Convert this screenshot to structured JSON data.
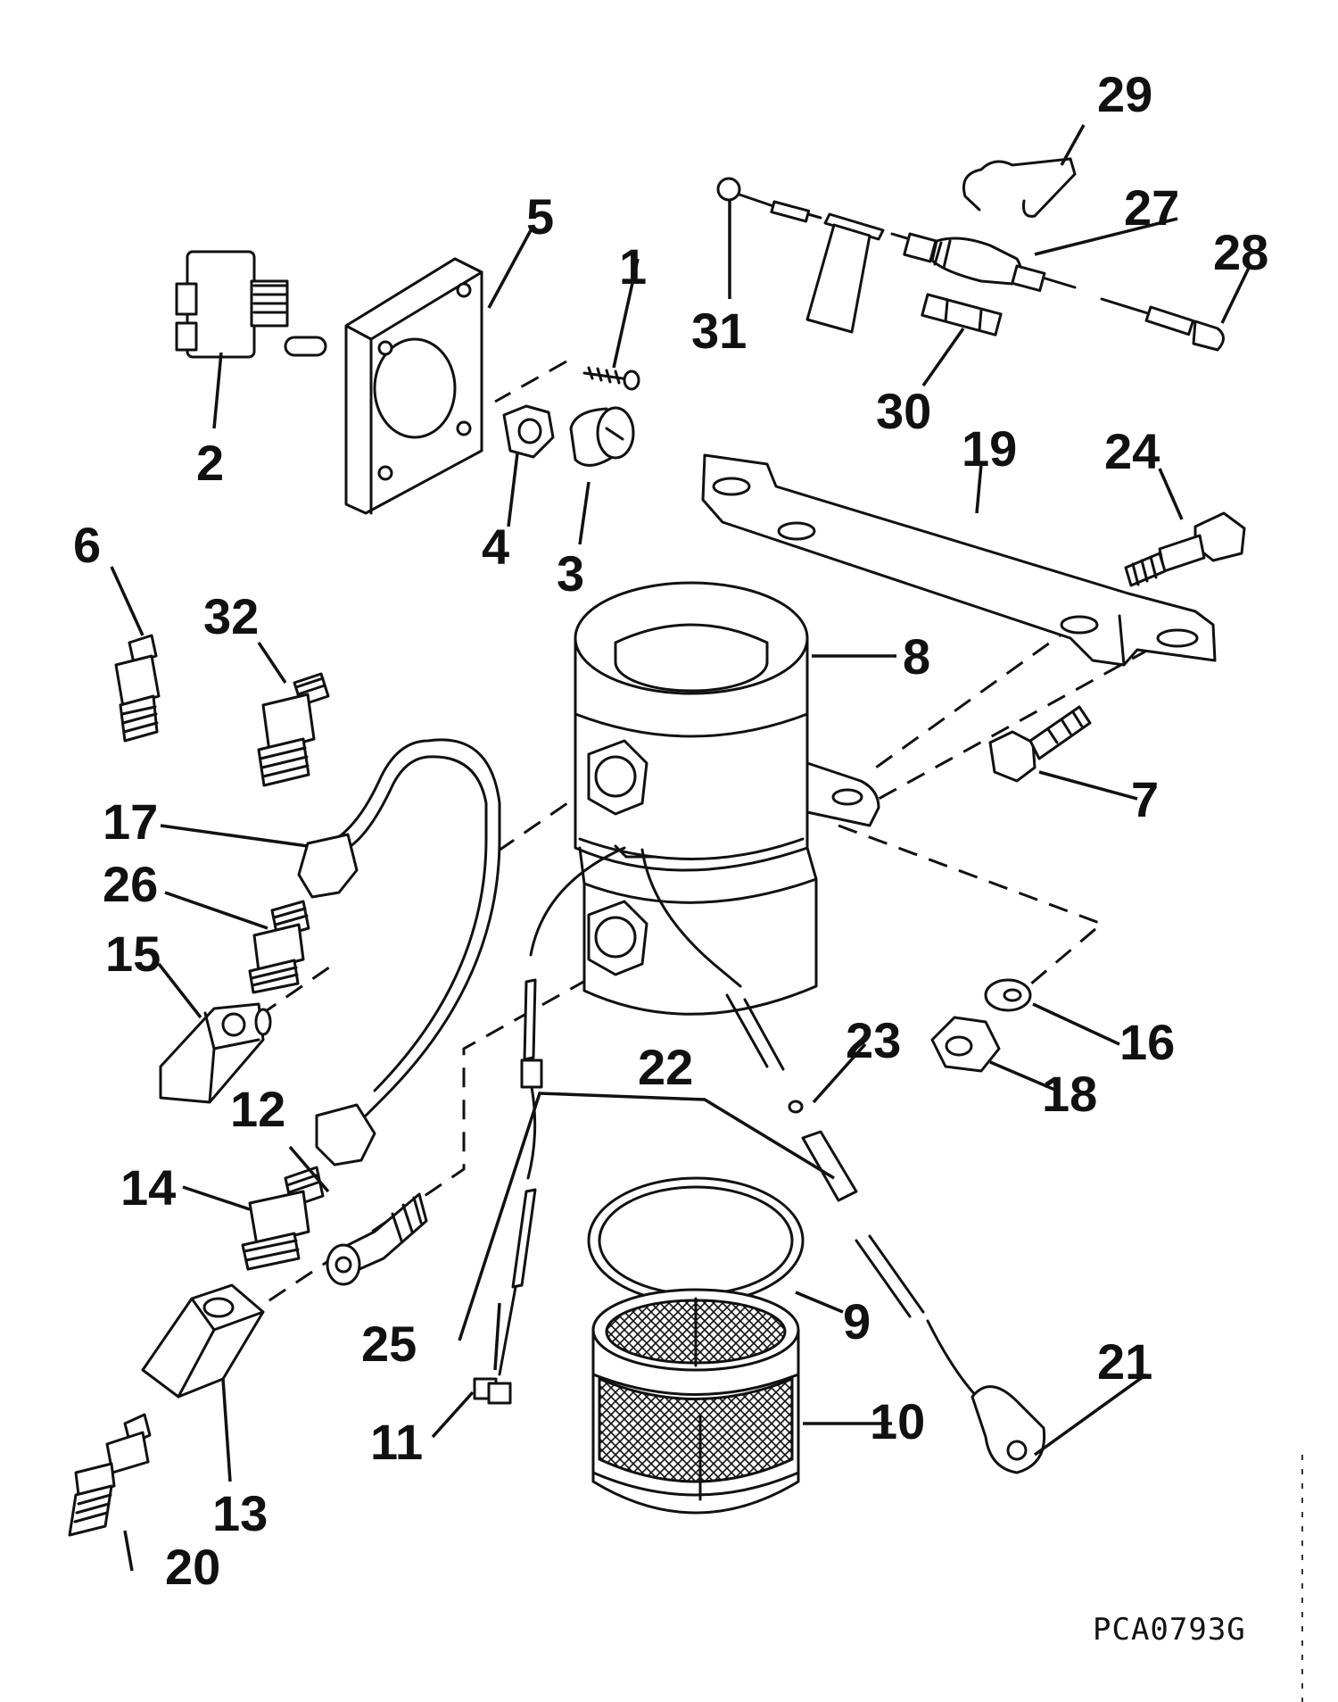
{
  "figure_code": "PCA0793G",
  "callouts": {
    "c1": "1",
    "c2": "2",
    "c3": "3",
    "c4": "4",
    "c5": "5",
    "c6": "6",
    "c7": "7",
    "c8": "8",
    "c9": "9",
    "c10": "10",
    "c11": "11",
    "c12": "12",
    "c13": "13",
    "c14": "14",
    "c15": "15",
    "c16": "16",
    "c17": "17",
    "c18": "18",
    "c19": "19",
    "c20": "20",
    "c21": "21",
    "c22": "22",
    "c23": "23",
    "c24": "24",
    "c25": "25",
    "c26": "26",
    "c27": "27",
    "c28": "28",
    "c29": "29",
    "c30": "30",
    "c31": "31",
    "c32": "32"
  }
}
